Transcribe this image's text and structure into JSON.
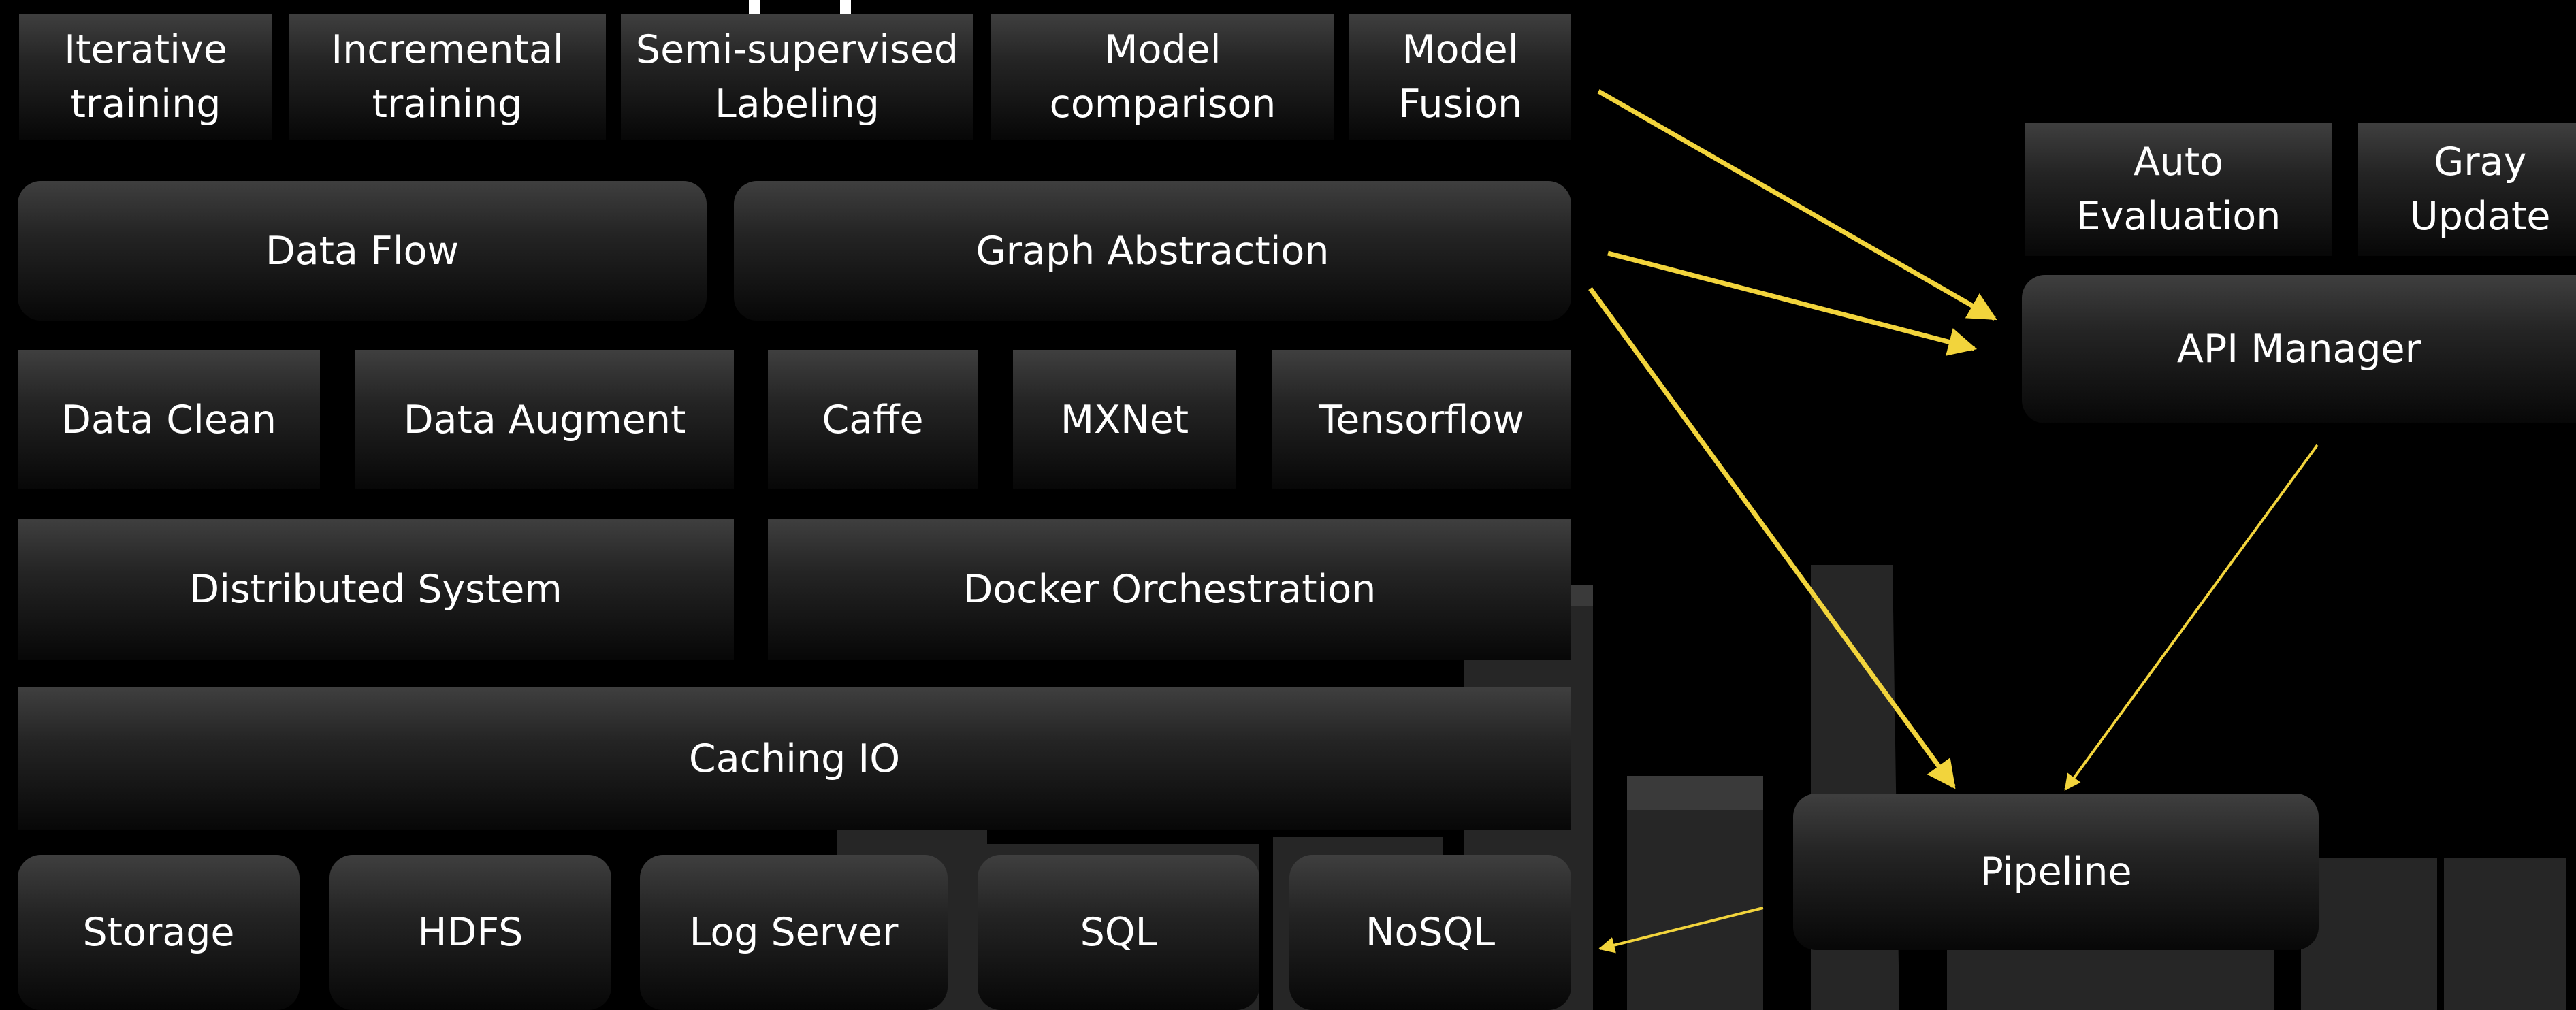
{
  "colors": {
    "background": "#000000",
    "arrow": "#f2d43c",
    "box_text": "#ffffff",
    "skyline": "#262626"
  },
  "icons": {
    "top_fragment": "bracket-icon"
  },
  "layers": {
    "training_row": [
      "Iterative\ntraining",
      "Incremental\ntraining",
      "Semi-supervised\nLabeling",
      "Model\ncomparison",
      "Model\nFusion"
    ],
    "abstraction_row": [
      "Data Flow",
      "Graph Abstraction"
    ],
    "framework_row": [
      "Data Clean",
      "Data Augment",
      "Caffe",
      "MXNet",
      "Tensorflow"
    ],
    "system_row": [
      "Distributed System",
      "Docker Orchestration"
    ],
    "io_row": [
      "Caching IO"
    ],
    "storage_row": [
      "Storage",
      "HDFS",
      "Log Server",
      "SQL",
      "NoSQL"
    ]
  },
  "services": {
    "auto_evaluation": "Auto\nEvaluation",
    "gray_update": "Gray\nUpdate",
    "api_manager": "API Manager",
    "pipeline": "Pipeline"
  }
}
